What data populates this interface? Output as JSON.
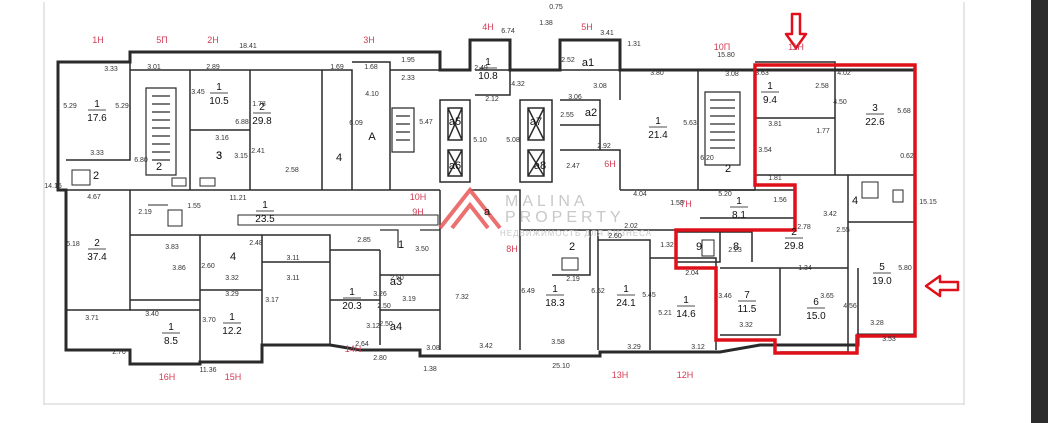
{
  "colors": {
    "wall": "#2a2a2a",
    "highlight": "#e0101a",
    "tag": "#d33c55",
    "watermark": "#c8c8c8",
    "logo": "#e85757",
    "scrollbar": "#2c2c2c"
  },
  "watermark": {
    "brand_line1": "MALINA",
    "brand_line2": "PROPERTY",
    "tagline": "НЕДВИЖИМОСТЬ ДЛЯ БИЗНЕСА"
  },
  "tags": [
    "1Н",
    "5П",
    "2Н",
    "3Н",
    "4Н",
    "5Н",
    "10П",
    "11Н",
    "6Н",
    "7Н",
    "8Н",
    "9Н",
    "10Н",
    "13Н",
    "12Н",
    "14Н",
    "15Н",
    "16Н"
  ],
  "rooms": [
    {
      "id": "1",
      "area": "17.6"
    },
    {
      "id": "1",
      "area": "10.5"
    },
    {
      "id": "2",
      "area": "29.8"
    },
    {
      "id": "3",
      "area": ""
    },
    {
      "id": "2",
      "area": ""
    },
    {
      "id": "2",
      "area": ""
    },
    {
      "id": "4",
      "area": ""
    },
    {
      "id": "А",
      "area": ""
    },
    {
      "id": "1",
      "area": "10.8"
    },
    {
      "id": "а1",
      "area": ""
    },
    {
      "id": "а2",
      "area": ""
    },
    {
      "id": "а5",
      "area": ""
    },
    {
      "id": "а6",
      "area": ""
    },
    {
      "id": "а7",
      "area": ""
    },
    {
      "id": "а8",
      "area": ""
    },
    {
      "id": "1",
      "area": "21.4"
    },
    {
      "id": "2",
      "area": ""
    },
    {
      "id": "1",
      "area": "9.4"
    },
    {
      "id": "3",
      "area": "22.6"
    },
    {
      "id": "3",
      "area": ""
    },
    {
      "id": "2",
      "area": "37.4"
    },
    {
      "id": "1",
      "area": "23.5"
    },
    {
      "id": "1",
      "area": "8.1"
    },
    {
      "id": "2",
      "area": "29.8"
    },
    {
      "id": "4",
      "area": ""
    },
    {
      "id": "4",
      "area": ""
    },
    {
      "id": "9",
      "area": ""
    },
    {
      "id": "8",
      "area": ""
    },
    {
      "id": "2",
      "area": ""
    },
    {
      "id": "5",
      "area": "19.0"
    },
    {
      "id": "1",
      "area": "20.3"
    },
    {
      "id": "а3",
      "area": ""
    },
    {
      "id": "а4",
      "area": ""
    },
    {
      "id": "1",
      "area": "18.3"
    },
    {
      "id": "1",
      "area": "24.1"
    },
    {
      "id": "1",
      "area": "14.6"
    },
    {
      "id": "7",
      "area": "11.5"
    },
    {
      "id": "6",
      "area": "15.0"
    },
    {
      "id": "1",
      "area": "12.2"
    },
    {
      "id": "1",
      "area": "8.5"
    },
    {
      "id": "а",
      "area": ""
    },
    {
      "id": "1",
      "area": ""
    }
  ],
  "dims": [
    "3.33",
    "3.01",
    "2.89",
    "18.41",
    "6.74",
    "1.38",
    "0.75",
    "3.41",
    "1.31",
    "15.80",
    "3.63",
    "4.02",
    "5.29",
    "5.29",
    "1.69",
    "1.68",
    "1.95",
    "2.33",
    "3.45",
    "1.78",
    "4.10",
    "6.09",
    "2.49",
    "4.32",
    "2.52",
    "3.08",
    "3.80",
    "3.08",
    "2.58",
    "4.50",
    "5.68",
    "6.88",
    "3.16",
    "3.15",
    "2.12",
    "3.06",
    "2.55",
    "5.63",
    "3.81",
    "1.77",
    "3.54",
    "6.80",
    "3.33",
    "2.41",
    "2.58",
    "5.47",
    "5.10",
    "5.08",
    "2.92",
    "2.47",
    "6.20",
    "14.15",
    "4.67",
    "11.21",
    "4.04",
    "5.20",
    "1.58",
    "1.56",
    "3.42",
    "2.55",
    "15.15",
    "2.19",
    "1.55",
    "2.48",
    "2.85",
    "3.50",
    "2.02",
    "2.60",
    "1.32",
    "2.78",
    "2.23",
    "6.18",
    "3.83",
    "3.11",
    "3.86",
    "2.60",
    "3.32",
    "3.29",
    "3.11",
    "2.50",
    "3.17",
    "3.26",
    "3.19",
    "7.32",
    "2.19",
    "6.49",
    "6.52",
    "5.45",
    "5.21",
    "3.46",
    "3.65",
    "4.56",
    "5.80",
    "3.28",
    "3.40",
    "3.70",
    "2.50",
    "2.50",
    "3.12",
    "2.64",
    "3.08",
    "3.71",
    "2.76",
    "11.36",
    "3.42",
    "25.10",
    "3.58",
    "3.29",
    "3.12",
    "3.32",
    "3.53",
    "1.38",
    "2.80",
    "2.04",
    "1.34",
    "1.81",
    "0.62"
  ]
}
